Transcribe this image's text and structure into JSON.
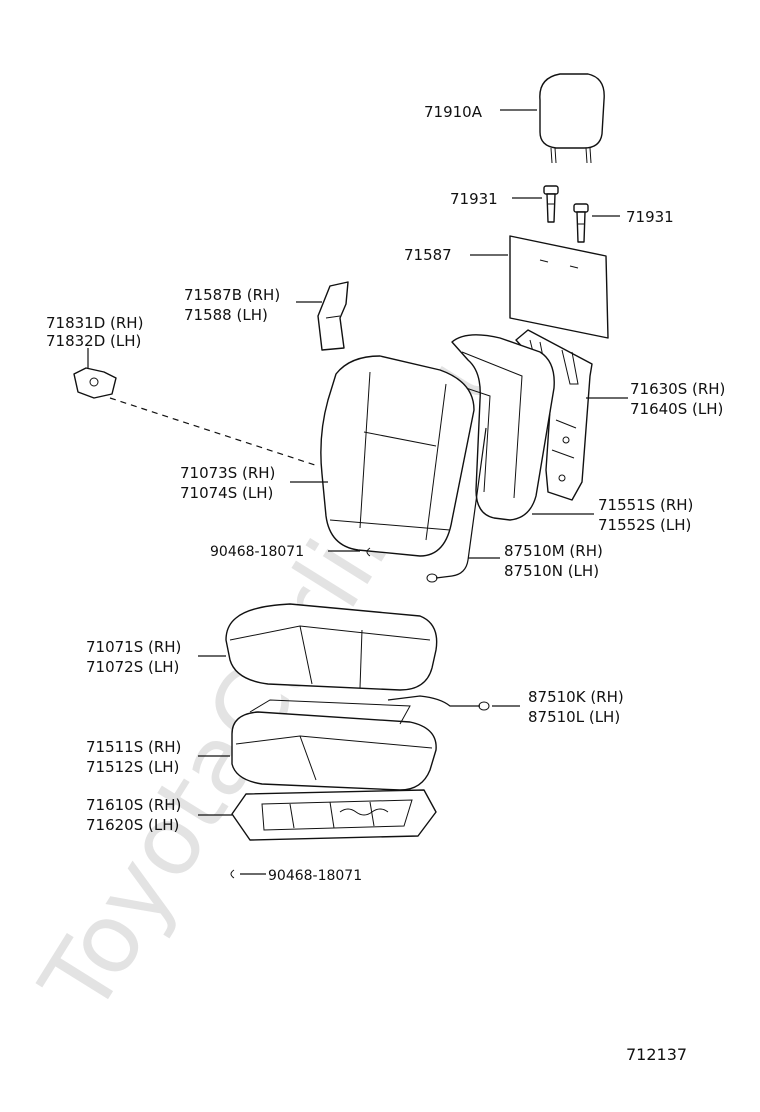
{
  "watermark": "ToyotaCarline.ru",
  "diagram_id": "712137",
  "labels": {
    "l71910A": "71910A",
    "l71931a": "71931",
    "l71931b": "71931",
    "l71587": "71587",
    "l71587B": "71587B (RH)",
    "l71588": "71588  (LH)",
    "l71831D": "71831D (RH)",
    "l71832D": "71832D (LH)",
    "l71630S": "71630S (RH)",
    "l71640S": "71640S (LH)",
    "l71073S": "71073S (RH)",
    "l71074S": "71074S (LH)",
    "l71551S": "71551S (RH)",
    "l71552S": "71552S (LH)",
    "l90468a": "90468-18071",
    "l87510M": "87510M (RH)",
    "l87510N": "87510N (LH)",
    "l71071S": "71071S (RH)",
    "l71072S": "71072S (LH)",
    "l87510K": "87510K (RH)",
    "l87510L": "87510L (LH)",
    "l71511S": "71511S (RH)",
    "l71512S": "71512S (LH)",
    "l71610S": "71610S (RH)",
    "l71620S": "71620S (LH)",
    "l90468b": "90468-18071"
  }
}
